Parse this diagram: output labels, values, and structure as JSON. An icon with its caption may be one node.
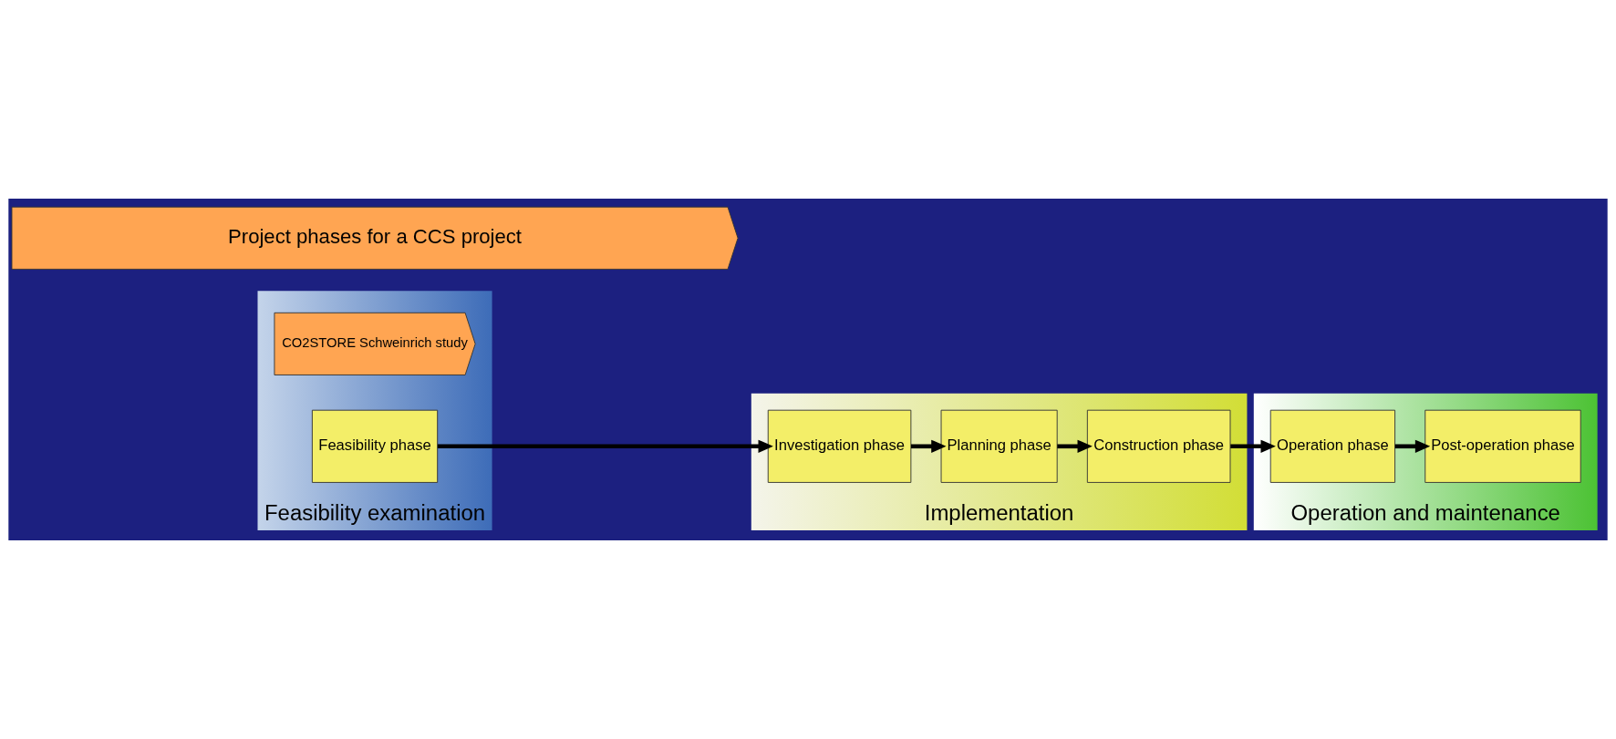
{
  "diagram": {
    "nodes": [
      {
        "text": [
          "Feasibility examination"
        ]
      },
      {
        "text": [
          "CO2STORE Schweinrich study"
        ],
        "in": 0
      },
      {
        "text": [
          "Feasibility phase"
        ],
        "in": 0
      },
      {
        "text": [
          "Implementation"
        ]
      },
      {
        "text": [
          "Investigation phase"
        ],
        "in": 3
      },
      {
        "text": [
          "Planning phase"
        ],
        "in": 3
      },
      {
        "text": [
          "Construction phase"
        ],
        "in": 3
      },
      {
        "text": [
          "Operation and maintenance"
        ]
      },
      {
        "text": [
          "Operation phase"
        ],
        "in": 7
      },
      {
        "text": [
          "Post-operation phase"
        ],
        "in": 7
      },
      {
        "text": [
          "Project phases for a CCS project"
        ]
      }
    ],
    "edges": [
      {
        "from": 2,
        "to": 4,
        "arrow": "to"
      },
      {
        "from": 4,
        "to": 5,
        "arrow": "to"
      },
      {
        "from": 5,
        "to": 6,
        "arrow": "to"
      },
      {
        "from": 6,
        "to": 8,
        "arrow": "to"
      },
      {
        "from": 8,
        "to": 9,
        "arrow": "to"
      }
    ]
  }
}
